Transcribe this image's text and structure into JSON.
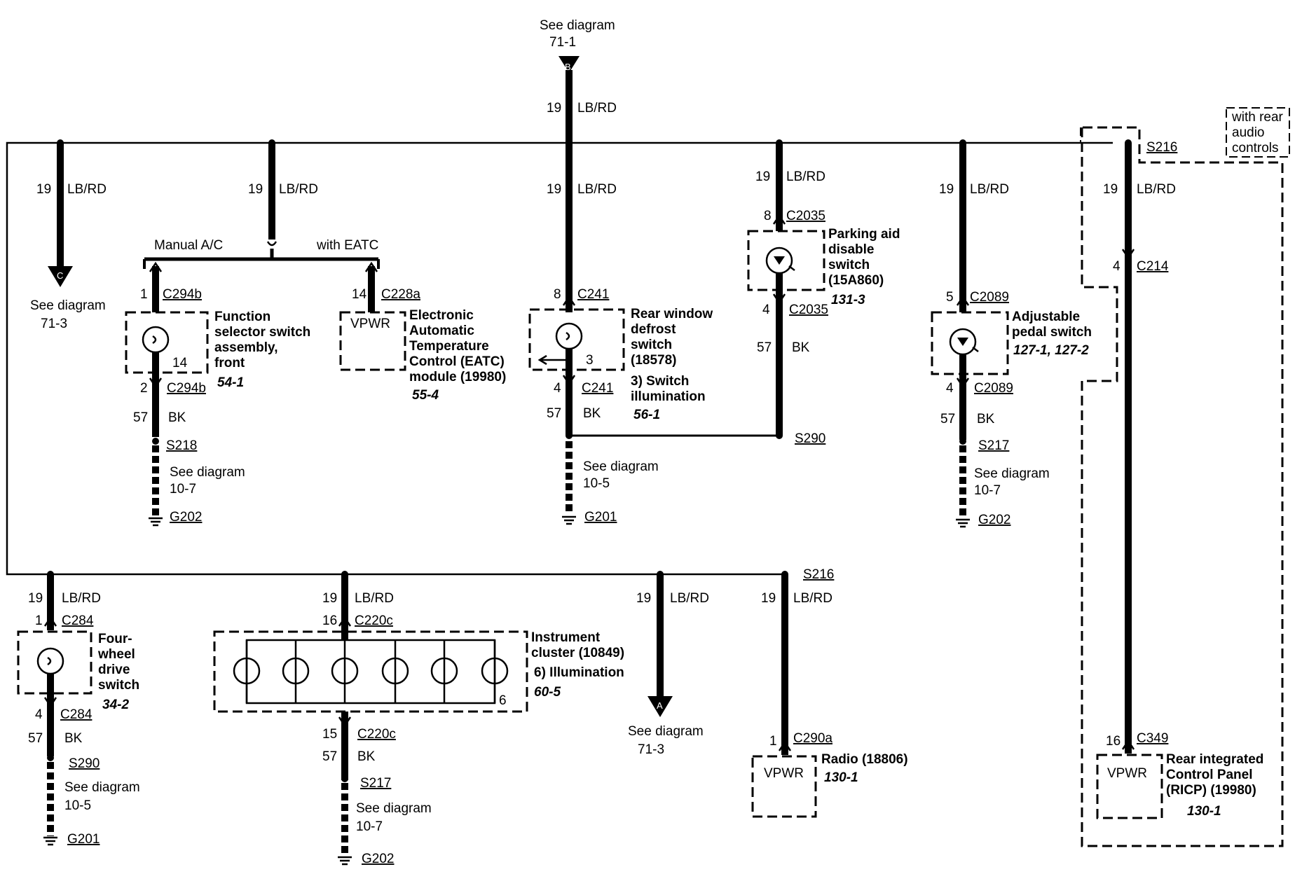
{
  "top": {
    "see": "See diagram",
    "ref": "71-1",
    "conn": "B",
    "circ": "19",
    "color": "LB/RD"
  },
  "rear_audio": {
    "l1": "with rear",
    "l2": "audio",
    "l3": "controls",
    "splice": "S216"
  },
  "col1": {
    "circ": "19",
    "color": "LB/RD",
    "conn": "C",
    "see": "See diagram",
    "ref": "71-3"
  },
  "func": {
    "circ": "19",
    "color": "LB/RD",
    "manual": "Manual A/C",
    "eatc": "with EATC",
    "pin_top": "1",
    "conn_top": "C294b",
    "name1": "Function",
    "name2": "selector switch",
    "name3": "assembly,",
    "name4": "front",
    "ref": "54-1",
    "pin14": "14",
    "pin_bot": "2",
    "conn_bot": "C294b",
    "gnd_circ": "57",
    "gnd_color": "BK",
    "splice": "S218",
    "see": "See diagram",
    "see_ref": "10-7",
    "ground": "G202"
  },
  "eatc": {
    "pin": "14",
    "conn": "C228a",
    "vpwr": "VPWR",
    "name1": "Electronic",
    "name2": "Automatic",
    "name3": "Temperature",
    "name4": "Control (EATC)",
    "name5": "module (19980)",
    "ref": "55-4"
  },
  "defrost": {
    "circ": "19",
    "color": "LB/RD",
    "pin_top": "8",
    "conn_top": "C241",
    "name1": "Rear window",
    "name2": "defrost",
    "name3": "switch",
    "name4": "(18578)",
    "pin3": "3",
    "note1": "3) Switch",
    "note2": "illumination",
    "ref": "56-1",
    "pin_bot": "4",
    "conn_bot": "C241",
    "gnd_circ": "57",
    "gnd_color": "BK",
    "see": "See diagram",
    "see_ref": "10-5",
    "ground": "G201"
  },
  "park": {
    "circ": "19",
    "color": "LB/RD",
    "pin_top": "8",
    "conn_top": "C2035",
    "name1": "Parking aid",
    "name2": "disable",
    "name3": "switch",
    "name4": "(15A860)",
    "ref": "131-3",
    "pin_bot": "4",
    "conn_bot": "C2035",
    "gnd_circ": "57",
    "gnd_color": "BK",
    "splice": "S290"
  },
  "pedal": {
    "circ": "19",
    "color": "LB/RD",
    "pin_top": "5",
    "conn_top": "C2089",
    "name1": "Adjustable",
    "name2": "pedal switch",
    "ref": "127-1, 127-2",
    "pin_bot": "4",
    "conn_bot": "C2089",
    "gnd_circ": "57",
    "gnd_color": "BK",
    "splice": "S217",
    "see": "See diagram",
    "see_ref": "10-7",
    "ground": "G202"
  },
  "ricp": {
    "circ": "19",
    "color": "LB/RD",
    "pin_mid": "4",
    "conn_mid": "C214",
    "pin": "16",
    "conn": "C349",
    "vpwr": "VPWR",
    "name1": "Rear integrated",
    "name2": "Control Panel",
    "name3": "(RICP) (19980)",
    "ref": "130-1"
  },
  "fwd": {
    "circ": "19",
    "color": "LB/RD",
    "pin_top": "1",
    "conn_top": "C284",
    "name1": "Four-",
    "name2": "wheel",
    "name3": "drive",
    "name4": "switch",
    "ref": "34-2",
    "pin_bot": "4",
    "conn_bot": "C284",
    "gnd_circ": "57",
    "gnd_color": "BK",
    "splice": "S290",
    "see": "See diagram",
    "see_ref": "10-5",
    "ground": "G201"
  },
  "cluster": {
    "circ": "19",
    "color": "LB/RD",
    "pin_top": "16",
    "conn_top": "C220c",
    "name1": "Instrument",
    "name2": "cluster (10849)",
    "note": "6) Illumination",
    "ref": "60-5",
    "pin6": "6",
    "pin_bot": "15",
    "conn_bot": "C220c",
    "gnd_circ": "57",
    "gnd_color": "BK",
    "splice": "S217",
    "see": "See diagram",
    "see_ref": "10-7",
    "ground": "G202"
  },
  "toA": {
    "circ": "19",
    "color": "LB/RD",
    "conn": "A",
    "see": "See diagram",
    "ref": "71-3"
  },
  "radio": {
    "splice": "S216",
    "circ": "19",
    "color": "LB/RD",
    "pin": "1",
    "conn": "C290a",
    "vpwr": "VPWR",
    "name": "Radio (18806)",
    "ref": "130-1"
  }
}
